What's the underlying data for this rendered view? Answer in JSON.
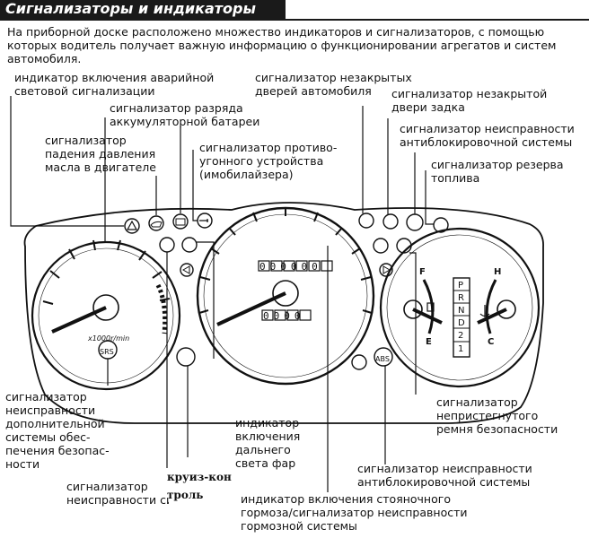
{
  "title": "Сигнализаторы и индикаторы",
  "intro": "На приборной доске расположено множество индикаторов и сигнализаторов, с помощью которых водитель получает важную информацию о функционировании агрегатов и систем автомобиля.",
  "labels": {
    "hazard": [
      "индикатор включения аварийной",
      "световой сигнализации"
    ],
    "battery": [
      "сигнализатор разряда",
      "аккумуляторной батареи"
    ],
    "oil": [
      "сигнализатор",
      "падения давления",
      "масла в двигателе"
    ],
    "immobilizer": [
      "сигнализатор противо-",
      "угонного устройства",
      "(имобилайзера)"
    ],
    "doors": [
      "сигнализатор незакрытых",
      "дверей автомобиля"
    ],
    "tailgate": [
      "сигнализатор незакрытой",
      "двери задка"
    ],
    "abs_top": [
      "сигнализатор неисправности",
      "антиблокировочной системы"
    ],
    "fuel": [
      "сигнализатор резерва",
      "топлива"
    ],
    "srs": [
      "сигнализатор",
      "неисправности",
      "дополнительной",
      "системы обес-",
      "печения безопас-",
      "ности"
    ],
    "engine": [
      "сигнализатор",
      "неисправности систем двигателя"
    ],
    "cruise": [
      "круиз-кон",
      "троль"
    ],
    "high_beam": [
      "индикатор",
      "включения",
      "дальнего",
      "света фар"
    ],
    "seatbelt": [
      "сигнализатор",
      "непристегнутого",
      "ремня безопасности"
    ],
    "abs_bottom": [
      "сигнализатор неисправности",
      "антиблокировочной системы"
    ],
    "brake": [
      "индикатор включения стояночного",
      "гормоза/сигнализатор неисправности",
      "гормозной системы"
    ]
  },
  "gauges": {
    "tacho_unit": "x1000r/min",
    "srs_badge": "SRS",
    "abs_badge": "ABS",
    "fuel_full": "F",
    "fuel_empty": "E",
    "temp_hot": "H",
    "temp_cold": "C",
    "odometer": "000000",
    "trip": "0000",
    "gears": [
      "P",
      "R",
      "N",
      "D",
      "2",
      "1"
    ]
  },
  "colors": {
    "ink": "#111111",
    "title_bg": "#1a1a1a",
    "title_fg": "#ffffff"
  }
}
